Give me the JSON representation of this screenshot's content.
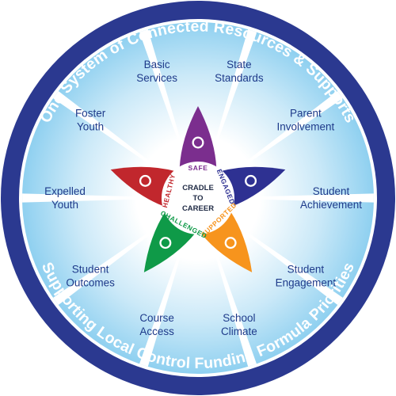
{
  "diagram": {
    "outer_ring_top": "One System of Connected Resources & Supports",
    "outer_ring_bottom": "Supporting Local Control Funding Formula Priorities",
    "center": [
      "CRADLE",
      "TO",
      "CAREER"
    ],
    "arms": [
      {
        "label": "SAFE",
        "color": "#7b2e8e"
      },
      {
        "label": "ENGAGED",
        "color": "#2e3192"
      },
      {
        "label": "SUPPORTED",
        "color": "#f7941d"
      },
      {
        "label": "CHALLENGED",
        "color": "#0f9a48"
      },
      {
        "label": "HEALTHY",
        "color": "#c1272d"
      }
    ],
    "segments": [
      [
        "State",
        "Standards"
      ],
      [
        "Parent",
        "Involvement"
      ],
      [
        "Student",
        "Achievement"
      ],
      [
        "Student",
        "Engagement"
      ],
      [
        "School",
        "Climate"
      ],
      [
        "Course",
        "Access"
      ],
      [
        "Student",
        "Outcomes"
      ],
      [
        "Expelled",
        "Youth"
      ],
      [
        "Foster",
        "Youth"
      ],
      [
        "Basic",
        "Services"
      ]
    ],
    "colors": {
      "ring": "#2b3990",
      "segment_light": "#8fd0f0",
      "segment_pale": "#e9f6fd",
      "text_blue": "#1e3a8a"
    }
  }
}
